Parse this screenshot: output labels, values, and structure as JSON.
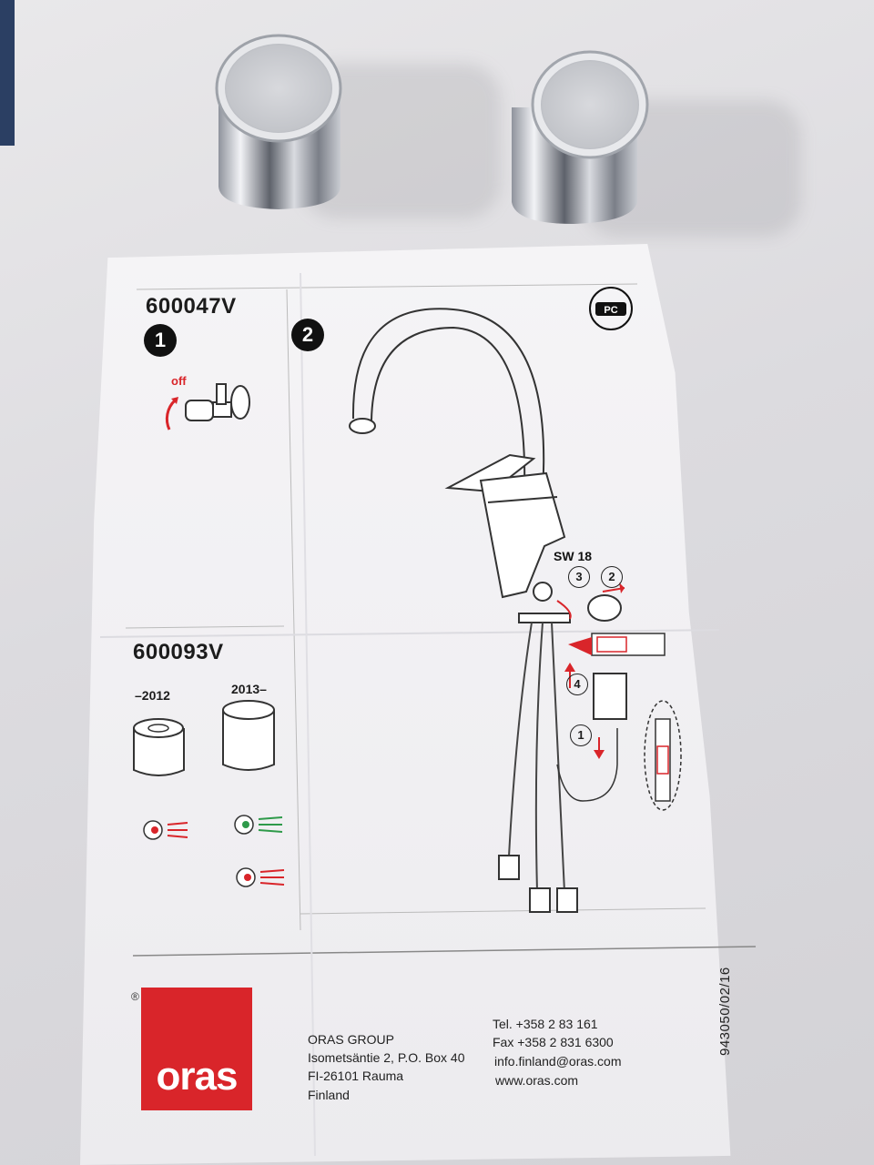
{
  "sheet": {
    "model_a": "600047V",
    "model_b": "600093V",
    "step_1": "1",
    "step_2": "2",
    "valve_label": "off",
    "year_old": "–2012",
    "year_new": "2013–",
    "wrench_label": "SW 18",
    "callouts": [
      "3",
      "2",
      "4",
      "1"
    ],
    "doc_code": "943050/02/16"
  },
  "footer": {
    "logo_text": "oras",
    "reg_mark": "®",
    "company": "ORAS GROUP",
    "street": "Isometsäntie 2, P.O. Box 40",
    "city": "FI-26101 Rauma",
    "country": "Finland",
    "tel": "Tel. +358 2 83 161",
    "fax": "Fax +358 2 831 6300",
    "email": "info.finland@oras.com",
    "web": "www.oras.com"
  },
  "colors": {
    "brand_red": "#d9252a",
    "indicator_red": "#d9252a",
    "indicator_green": "#2e9a4a"
  }
}
